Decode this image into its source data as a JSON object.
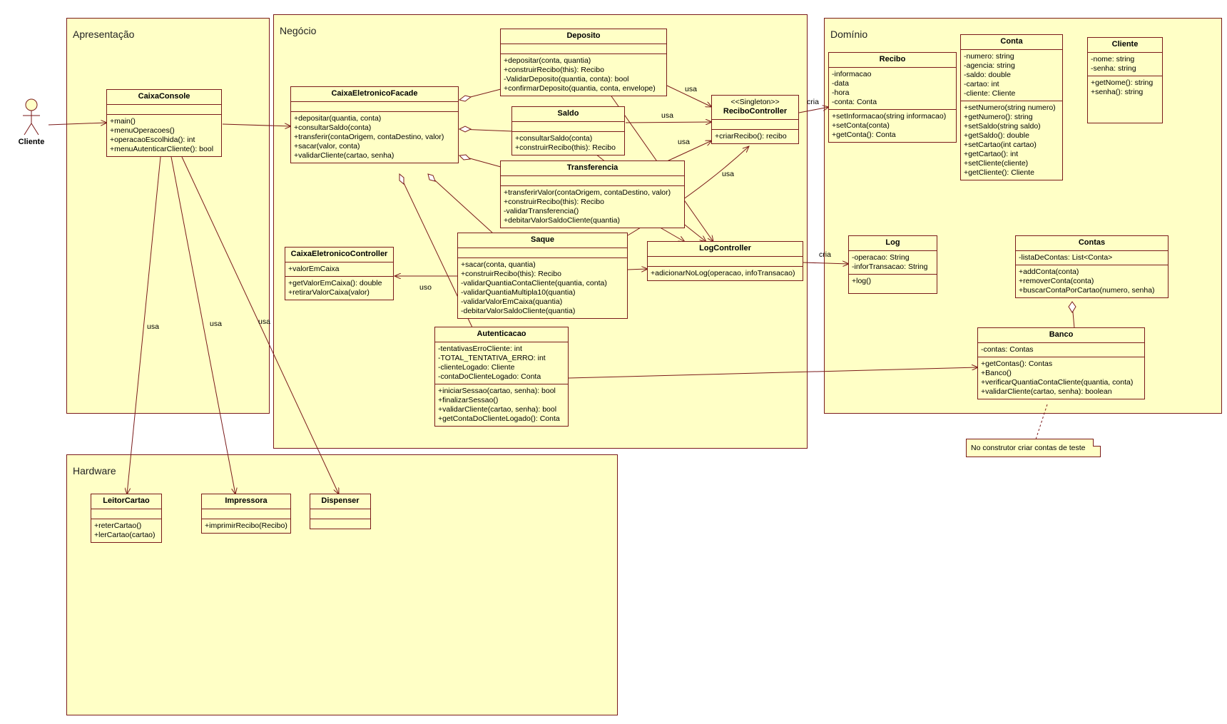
{
  "packages": {
    "apresentacao": "Apresentação",
    "negocio": "Negócio",
    "dominio": "Domínio",
    "hardware": "Hardware"
  },
  "actor": {
    "name": "Cliente"
  },
  "classes": {
    "caixaconsole": {
      "name": "CaixaConsole",
      "attributes": [],
      "operations": [
        "+main()",
        "+menuOperacoes()",
        "+operacaoEscolhida(): int",
        "+menuAutenticarCliente(): bool"
      ]
    },
    "facade": {
      "name": "CaixaEletronicoFacade",
      "attributes": [],
      "operations": [
        "+depositar(quantia, conta)",
        "+consultarSaldo(conta)",
        "+transferir(contaOrigem, contaDestino, valor)",
        "+sacar(valor, conta)",
        "+validarCliente(cartao, senha)"
      ]
    },
    "deposito": {
      "name": "Deposito",
      "attributes": [],
      "operations": [
        "+depositar(conta, quantia)",
        "+construirRecibo(this): Recibo",
        "-ValidarDeposito(quantia, conta): bool",
        "+confirmarDeposito(quantia, conta, envelope)"
      ]
    },
    "saldo": {
      "name": "Saldo",
      "attributes": [],
      "operations": [
        "+consultarSaldo(conta)",
        "+construirRecibo(this): Recibo"
      ]
    },
    "transferencia": {
      "name": "Transferencia",
      "attributes": [],
      "operations": [
        "+transferirValor(contaOrigem, contaDestino, valor)",
        "+construirRecibo(this): Recibo",
        "-validarTransferencia()",
        "+debitarValorSaldoCliente(quantia)"
      ]
    },
    "recibocontroller": {
      "stereotype": "<<Singleton>>",
      "name": "ReciboController",
      "attributes": [],
      "operations": [
        "+criarRecibo(): recibo"
      ]
    },
    "caixacontroller": {
      "name": "CaixaEletronicoController",
      "attributes": [
        "+valorEmCaixa"
      ],
      "operations": [
        "+getValorEmCaixa(): double",
        "+retirarValorCaixa(valor)"
      ]
    },
    "saque": {
      "name": "Saque",
      "attributes": [],
      "operations": [
        "+sacar(conta, quantia)",
        "+construirRecibo(this): Recibo",
        "-validarQuantiaContaCliente(quantia, conta)",
        "-validarQuantiaMultipla10(quantia)",
        "-validarValorEmCaixa(quantia)",
        "-debitarValorSaldoCliente(quantia)"
      ]
    },
    "logcontroller": {
      "name": "LogController",
      "attributes": [],
      "operations": [
        "+adicionarNoLog(operacao, infoTransacao)"
      ]
    },
    "autenticacao": {
      "name": "Autenticacao",
      "attributes": [
        "-tentativasErroCliente: int",
        "-TOTAL_TENTATIVA_ERRO: int",
        "-clienteLogado: Cliente",
        "-contaDoClienteLogado: Conta"
      ],
      "operations": [
        "+iniciarSessao(cartao, senha): bool",
        "+finalizarSessao()",
        "+validarCliente(cartao, senha): bool",
        "+getContaDoClienteLogado(): Conta"
      ]
    },
    "recibo": {
      "name": "Recibo",
      "attributes": [
        "-informacao",
        "-data",
        "-hora",
        "-conta: Conta"
      ],
      "operations": [
        "+setInformacao(string informacao)",
        "+setConta(conta)",
        "+getConta(): Conta"
      ]
    },
    "conta": {
      "name": "Conta",
      "attributes": [
        "-numero: string",
        "-agencia: string",
        "-saldo: double",
        "-cartao: int",
        "-cliente: Cliente"
      ],
      "operations": [
        "+setNumero(string numero)",
        "+getNumero(): string",
        "+setSaldo(string saldo)",
        "+getSaldo(): double",
        "+setCartao(int cartao)",
        "+getCartao(): int",
        "+setCliente(cliente)",
        "+getCliente(): Cliente"
      ]
    },
    "cliente": {
      "name": "Cliente",
      "attributes": [
        "-nome: string",
        "-senha: string"
      ],
      "operations": [
        "+getNome(): string",
        "+senha(): string"
      ]
    },
    "log": {
      "name": "Log",
      "attributes": [
        "-operacao: String",
        "-inforTransacao: String"
      ],
      "operations": [
        "+log()"
      ]
    },
    "contas": {
      "name": "Contas",
      "attributes": [
        "-listaDeContas: List<Conta>"
      ],
      "operations": [
        "+addConta(conta)",
        "+removerConta(conta)",
        "+buscarContaPorCartao(numero, senha)"
      ]
    },
    "banco": {
      "name": "Banco",
      "attributes": [
        "-contas: Contas"
      ],
      "operations": [
        "+getContas(): Contas",
        "+Banco()",
        "+verificarQuantiaContaCliente(quantia, conta)",
        "+validarCliente(cartao, senha): boolean"
      ]
    },
    "leitorcartao": {
      "name": "LeitorCartao",
      "attributes": [],
      "operations": [
        "+reterCartao()",
        "+lerCartao(cartao)"
      ]
    },
    "impressora": {
      "name": "Impressora",
      "attributes": [],
      "operations": [
        "+imprimirRecibo(Recibo)"
      ]
    },
    "dispenser": {
      "name": "Dispenser",
      "attributes": [],
      "operations": []
    }
  },
  "note": "No construtor criar contas de teste",
  "link_labels": {
    "usa_deposito": "usa",
    "usa_saldo": "usa",
    "usa_transferencia": "usa",
    "usa_saque": "usa",
    "cria_recibo": "cria",
    "cria_log": "cria",
    "uso_caixa": "uso",
    "usa_leitor": "usa",
    "usa_impressora": "usa",
    "usa_dispenser": "usa"
  },
  "colors": {
    "fill": "#ffffc6",
    "line": "#7a1a1a"
  }
}
